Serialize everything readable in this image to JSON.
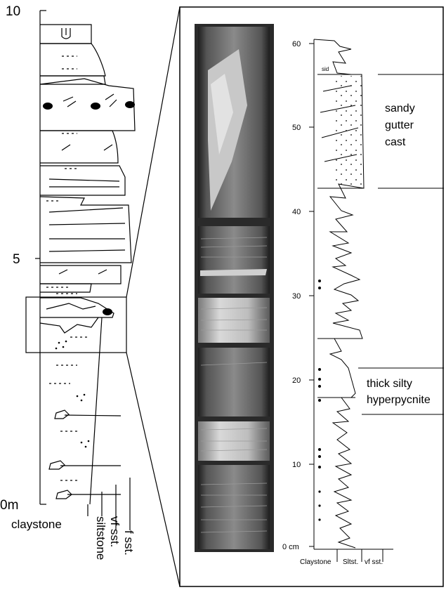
{
  "left_column": {
    "axis_ticks": [
      {
        "label": "10",
        "value": 10
      },
      {
        "label": "5",
        "value": 5
      },
      {
        "label": "0m",
        "value": 0
      }
    ],
    "grain_size_labels": [
      "claystone",
      "siltstone",
      "vf sst.",
      "f sst."
    ]
  },
  "right_column": {
    "axis_ticks": [
      {
        "label": "60",
        "value": 60
      },
      {
        "label": "50",
        "value": 50
      },
      {
        "label": "40",
        "value": 40
      },
      {
        "label": "30",
        "value": 30
      },
      {
        "label": "20",
        "value": 20
      },
      {
        "label": "10",
        "value": 10
      },
      {
        "label": "0 cm",
        "value": 0
      }
    ],
    "grain_size_labels": [
      "Claystone",
      "Sltst.",
      "vf sst."
    ],
    "sid_label": "sid",
    "annotations": {
      "sandy_gutter_cast": [
        "sandy",
        "gutter",
        "cast"
      ],
      "thick_silty_hyperpycnite": [
        "thick silty",
        "hyperpycnite"
      ]
    }
  },
  "colors": {
    "line": "#000000",
    "core_dark": "#2b2b2b",
    "core_light": "#cfcfcf"
  }
}
